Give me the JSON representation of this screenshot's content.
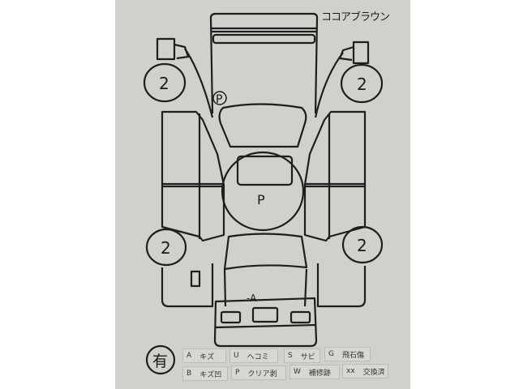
{
  "color_note": "ココアブラウン",
  "damage_marks": {
    "front_left_wheel": "2",
    "front_right_wheel": "2",
    "rear_left_wheel": "2",
    "rear_right_wheel": "2",
    "front_pillar": "P",
    "roof": "P",
    "rear_bumper": "-A"
  },
  "presence_mark": "有",
  "legend": [
    {
      "code": "A",
      "label": "キズ"
    },
    {
      "code": "U",
      "label": "ヘコミ"
    },
    {
      "code": "S",
      "label": "サビ"
    },
    {
      "code": "G",
      "label": "飛石傷"
    },
    {
      "code": "B",
      "label": "キズ凹"
    },
    {
      "code": "P",
      "label": "クリア剥"
    },
    {
      "code": "W",
      "label": "補修跡"
    },
    {
      "code": "xx",
      "label": "交換済"
    }
  ]
}
